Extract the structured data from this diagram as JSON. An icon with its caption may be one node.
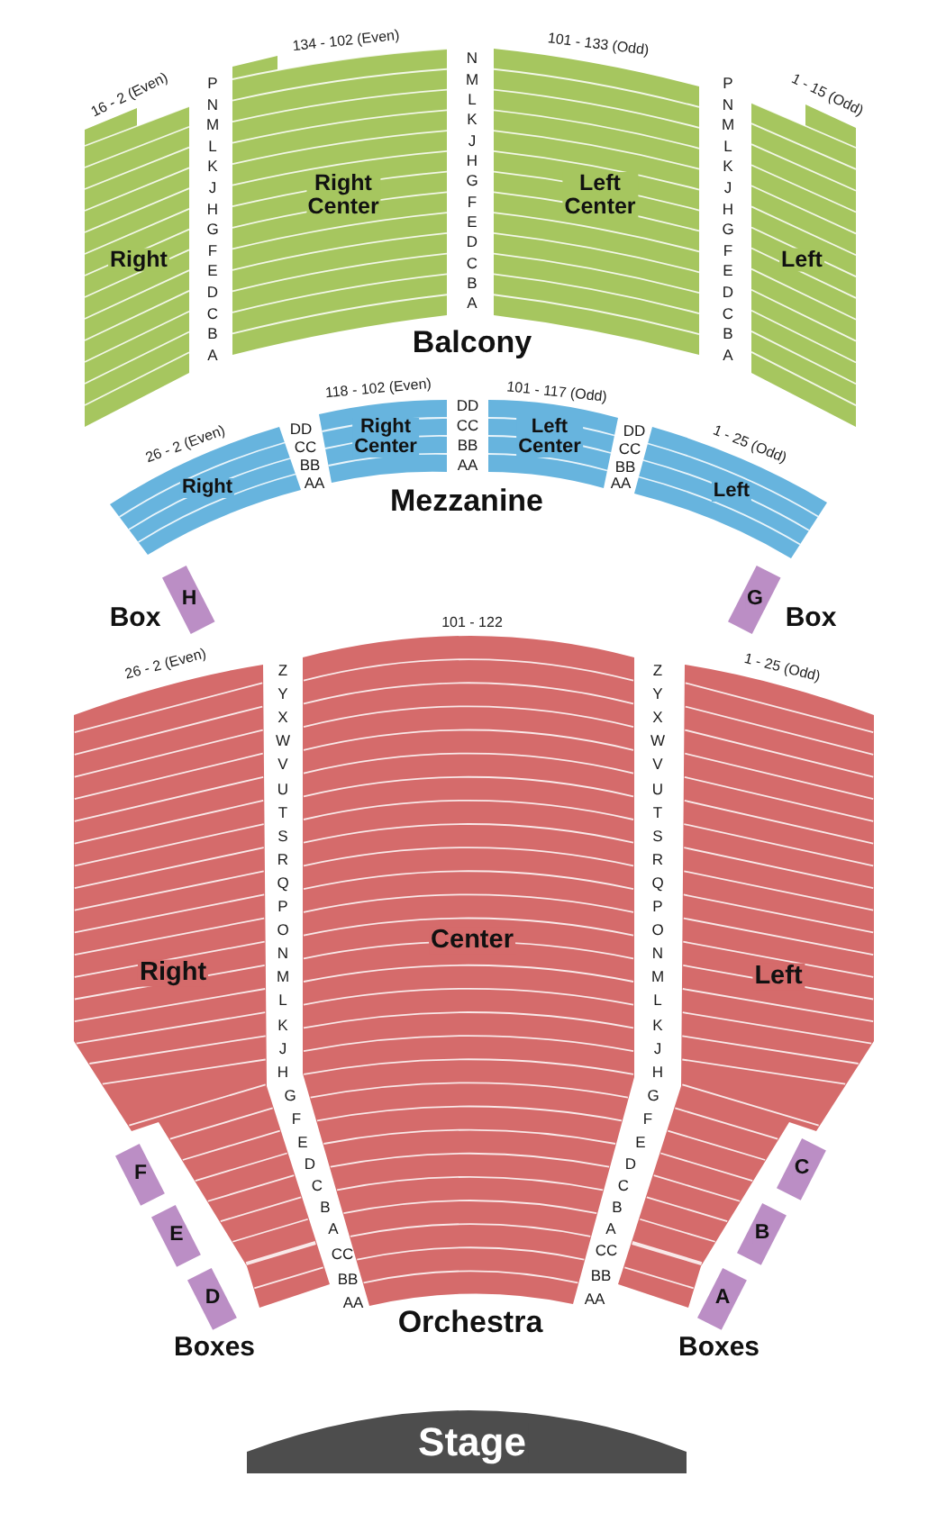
{
  "diagram": {
    "nodes": [
      {
        "text": [
          "Right"
        ],
        "beside": [
          "16 - 2 (Even)"
        ]
      },
      {
        "text": [
          "Right Center"
        ],
        "beside": [
          "134 - 102 (Even)"
        ]
      },
      {
        "text": [
          "Left Center"
        ],
        "beside": [
          "101 - 133 (Odd)"
        ]
      },
      {
        "text": [
          "Left"
        ],
        "beside": [
          "1 - 15 (Odd)"
        ]
      },
      {
        "text": [
          "Right"
        ],
        "beside": [
          "26 - 2 (Even)"
        ]
      },
      {
        "text": [
          "Right Center"
        ],
        "beside": [
          "118 - 102 (Even)"
        ]
      },
      {
        "text": [
          "Left Center"
        ],
        "beside": [
          "101 - 117 (Odd)"
        ]
      },
      {
        "text": [
          "Left"
        ],
        "beside": [
          "1 - 25 (Odd)"
        ]
      },
      {
        "text": [
          "H"
        ],
        "beside": [
          "Box"
        ]
      },
      {
        "text": [
          "G"
        ],
        "beside": [
          "Box"
        ]
      },
      {
        "text": [
          "Right"
        ],
        "beside": [
          "26 - 2 (Even)"
        ]
      },
      {
        "text": [
          "Center"
        ],
        "beside": [
          "101 - 122"
        ]
      },
      {
        "text": [
          "Left"
        ],
        "beside": [
          "1 - 25 (Odd)"
        ]
      },
      {
        "text": [
          "F"
        ]
      },
      {
        "text": [
          "C"
        ]
      },
      {
        "text": [
          "E"
        ]
      },
      {
        "text": [
          "B"
        ]
      },
      {
        "text": [
          "D"
        ]
      },
      {
        "text": [
          "A"
        ]
      },
      {
        "text": [
          "Stage"
        ]
      }
    ],
    "labels": [
      "P",
      "N",
      "M",
      "L",
      "K",
      "J",
      "H",
      "G",
      "F",
      "E",
      "D",
      "C",
      "B",
      "A",
      "N",
      "M",
      "L",
      "K",
      "J",
      "H",
      "G",
      "F",
      "E",
      "D",
      "C",
      "B",
      "A",
      "P",
      "N",
      "M",
      "L",
      "K",
      "J",
      "H",
      "G",
      "F",
      "E",
      "D",
      "C",
      "B",
      "A",
      "Balcony",
      "DD",
      "CC",
      "BB",
      "AA",
      "DD",
      "CC",
      "BB",
      "AA",
      "DD",
      "CC",
      "BB",
      "AA",
      "Mezzanine",
      "Z",
      "Y",
      "X",
      "W",
      "V",
      "U",
      "T",
      "S",
      "R",
      "Q",
      "P",
      "O",
      "N",
      "M",
      "L",
      "K",
      "J",
      "H",
      "G",
      "F",
      "E",
      "D",
      "C",
      "B",
      "A",
      "CC",
      "BB",
      "AA",
      "Z",
      "Y",
      "X",
      "W",
      "V",
      "U",
      "T",
      "S",
      "R",
      "Q",
      "P",
      "O",
      "N",
      "M",
      "L",
      "K",
      "J",
      "H",
      "G",
      "F",
      "E",
      "D",
      "C",
      "B",
      "A",
      "CC",
      "BB",
      "AA",
      "Orchestra",
      "Boxes",
      "Boxes"
    ]
  }
}
